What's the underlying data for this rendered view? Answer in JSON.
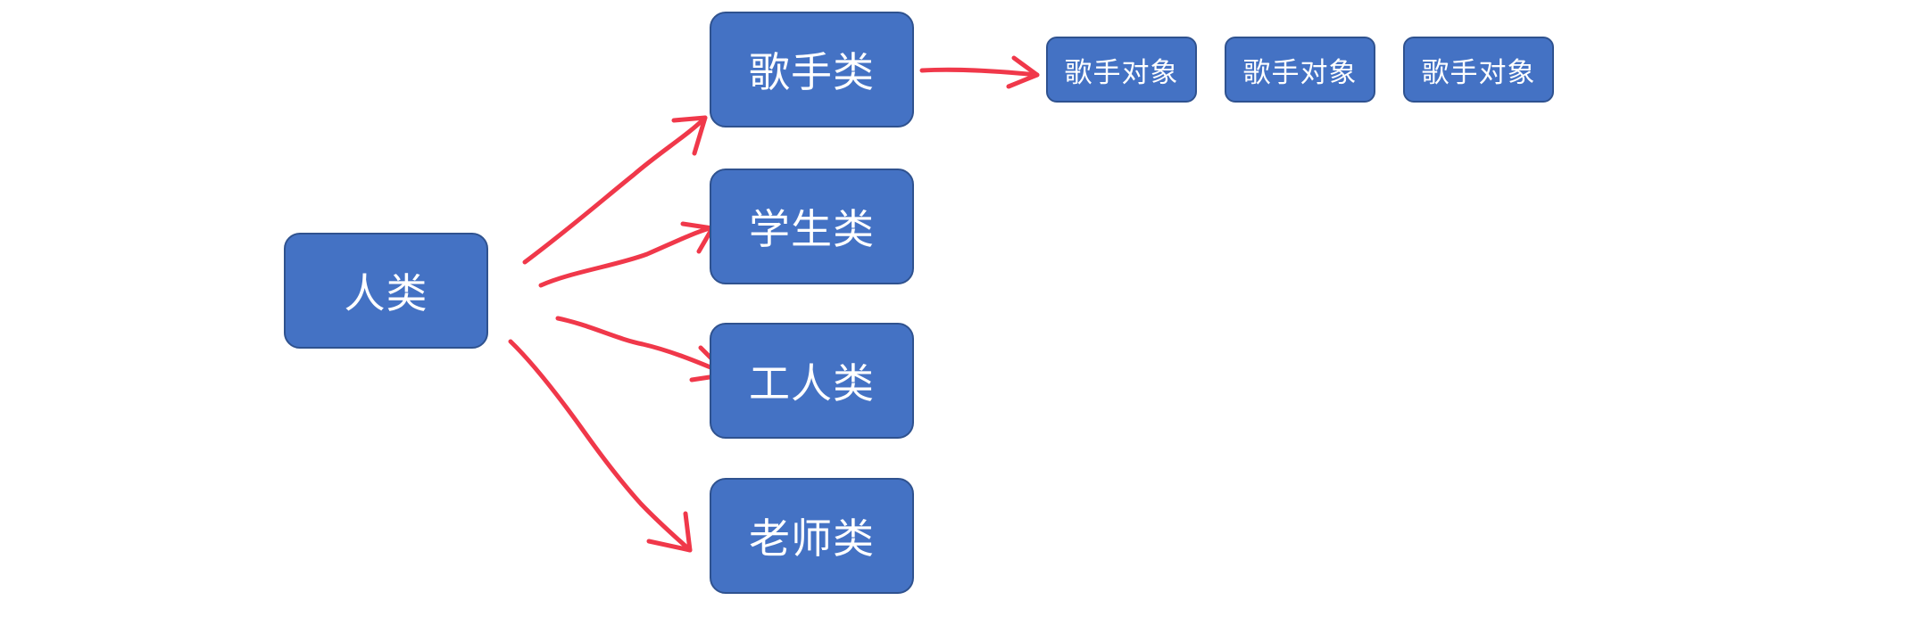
{
  "colors": {
    "box_fill": "#4472c4",
    "box_border": "#2f528f",
    "box_text": "#ffffff",
    "arrow": "#f0384a"
  },
  "root": {
    "label": "人类"
  },
  "classes": [
    {
      "label": "歌手类"
    },
    {
      "label": "学生类"
    },
    {
      "label": "工人类"
    },
    {
      "label": "老师类"
    }
  ],
  "objects": [
    {
      "label": "歌手对象"
    },
    {
      "label": "歌手对象"
    },
    {
      "label": "歌手对象"
    }
  ]
}
